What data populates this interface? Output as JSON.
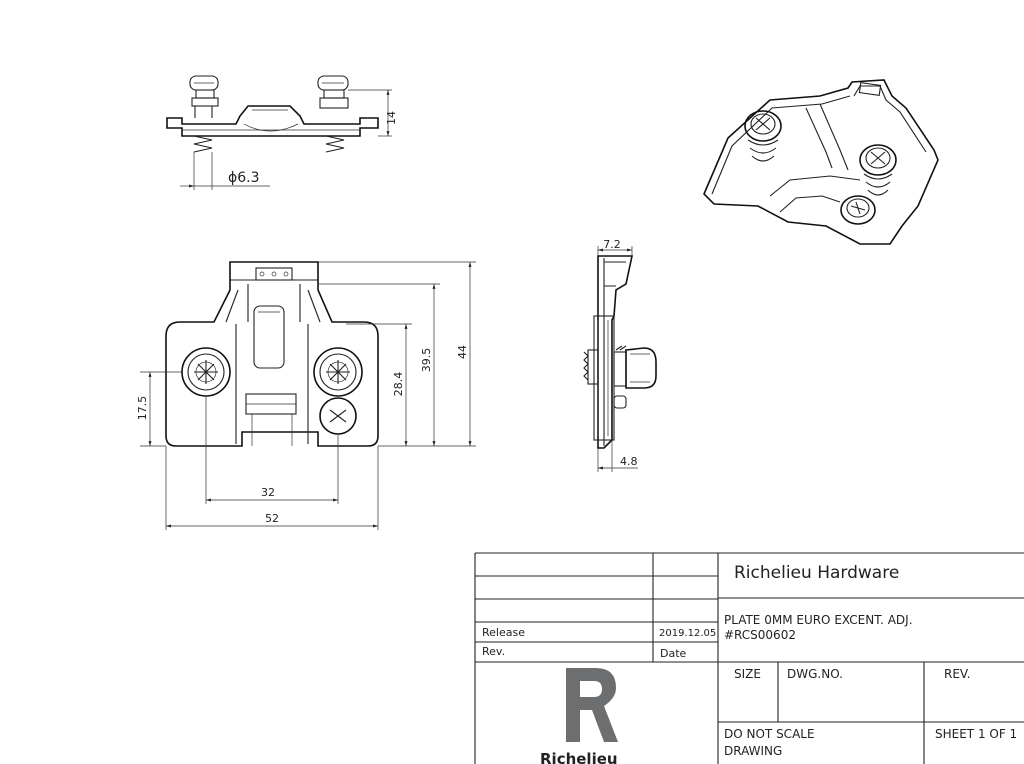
{
  "dimensions": {
    "top_height": "14",
    "top_diameter": "ϕ6.3",
    "front_height_17_5": "17.5",
    "front_height_28_4": "28.4",
    "front_height_39_5": "39.5",
    "front_height_44": "44",
    "front_width_32": "32",
    "front_width_52": "52",
    "side_top": "7.2",
    "side_bottom": "4.8"
  },
  "title_block": {
    "company": "Richelieu Hardware",
    "release_label": "Release",
    "release_date": "2019.12.05",
    "rev_label": "Rev.",
    "date_label": "Date",
    "description_line1": "PLATE 0MM EURO EXCENT. ADJ.",
    "description_line2": "#RCS00602",
    "size_label": "SIZE",
    "dwg_label": "DWG.NO.",
    "rev_col_label": "REV.",
    "do_not_scale_line1": "DO NOT SCALE",
    "do_not_scale_line2": "DRAWING",
    "sheet": "SHEET 1 OF 1",
    "logo_text": "Richelieu"
  },
  "colors": {
    "logo_grey": "#6d6e70",
    "logo_red": "#d2232a"
  }
}
